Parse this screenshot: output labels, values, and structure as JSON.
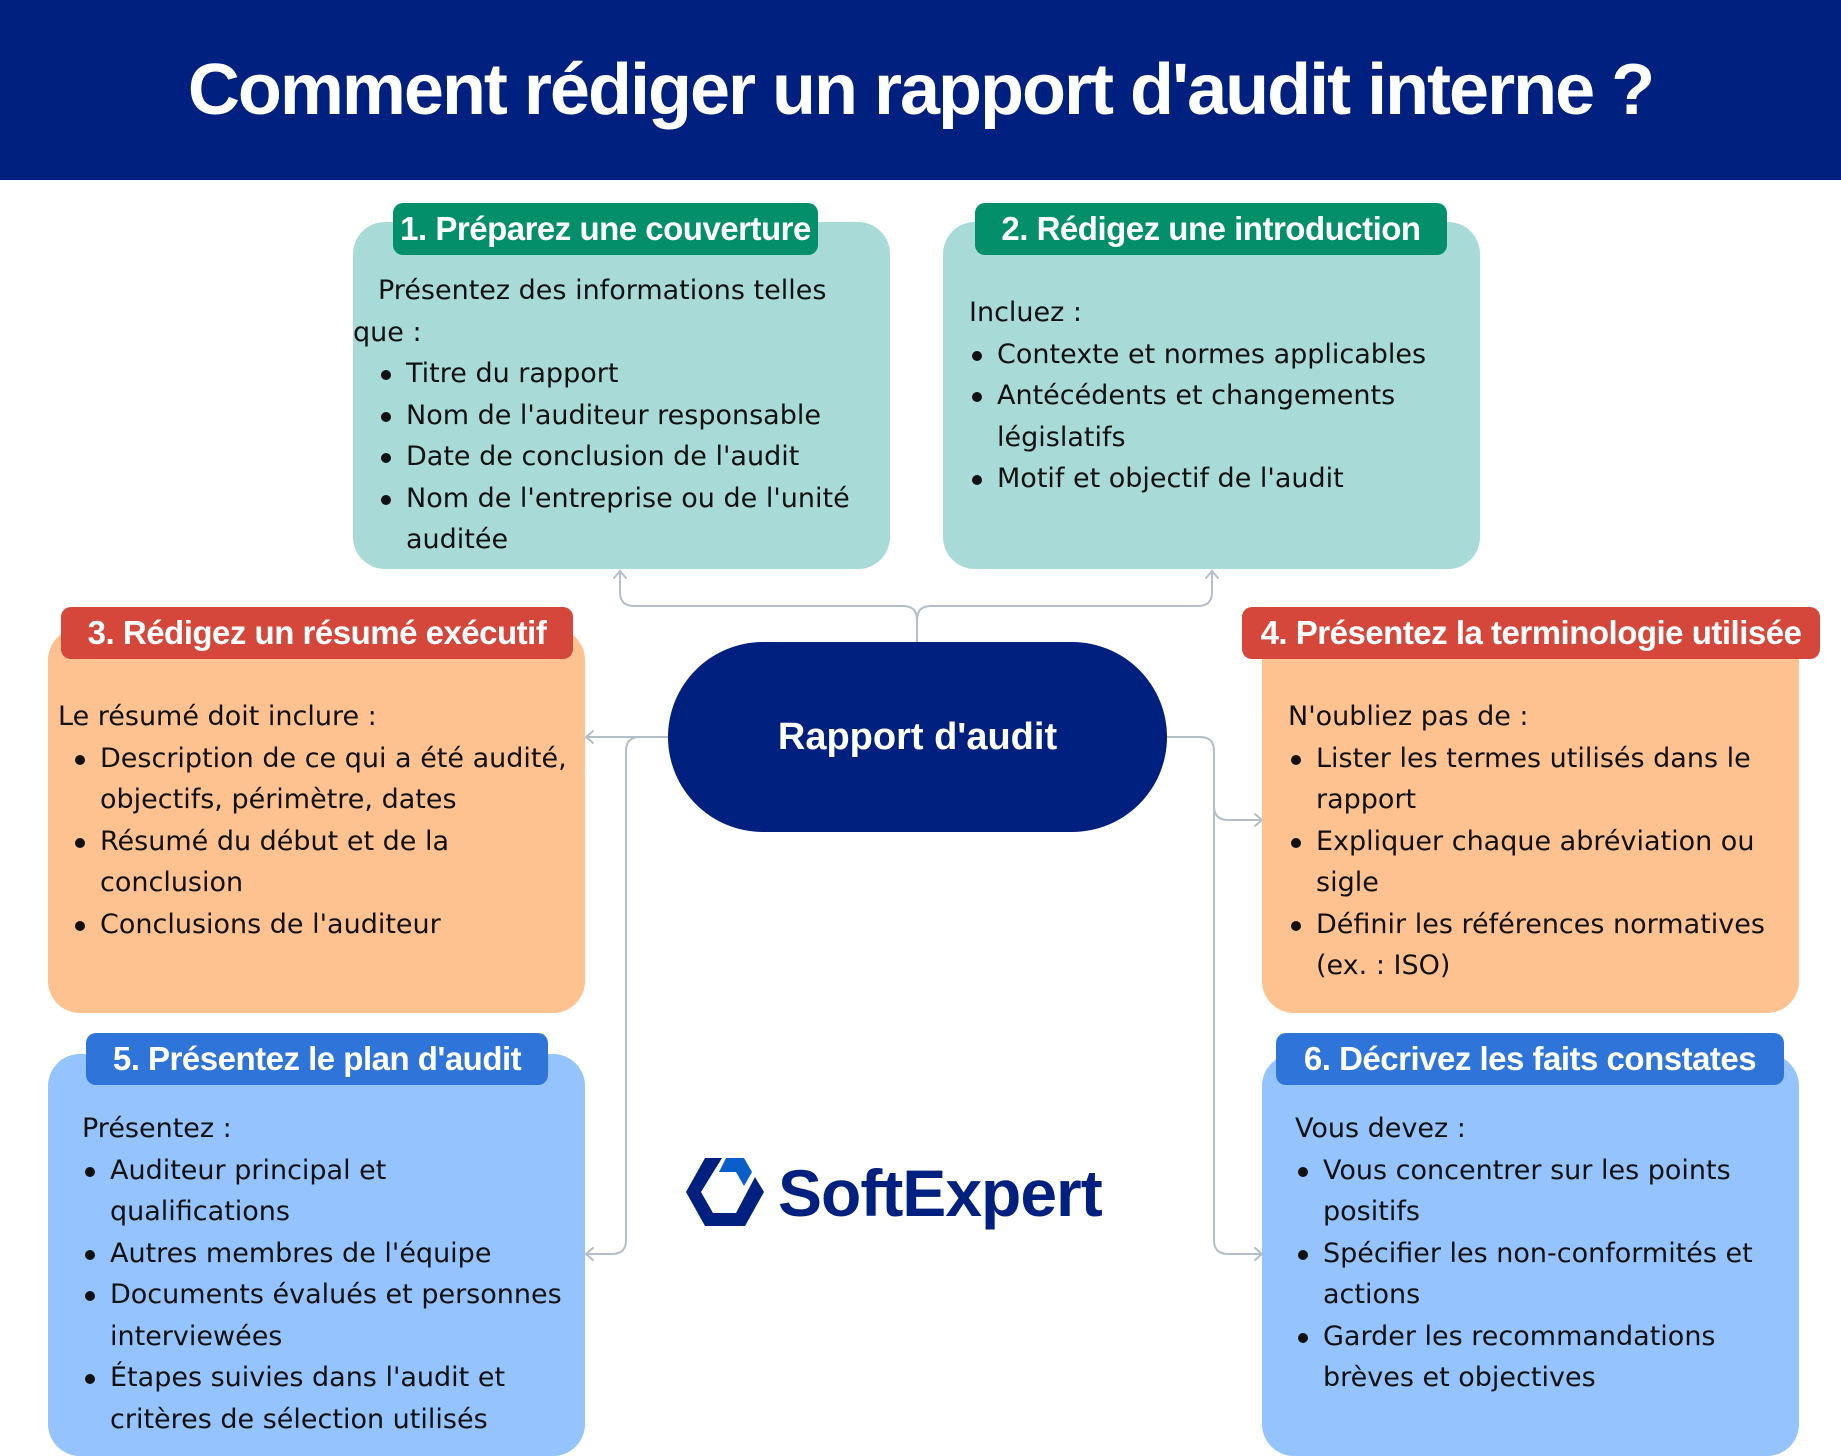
{
  "title": "Comment rédiger un rapport d'audit interne ?",
  "center": {
    "label": "Rapport d'audit"
  },
  "logo": {
    "text": "SoftExpert",
    "icon": "softexpert-hexagon-icon"
  },
  "colors": {
    "header": "#00207f",
    "teal_card": "#a8dbd7",
    "teal_tag": "#028f6a",
    "peach_card": "#fec190",
    "red_tag": "#d4473a",
    "blue_card": "#94c3fe",
    "blue_tag": "#2f74d8",
    "connector": "#b4bec8"
  },
  "steps": [
    {
      "title": "1. Préparez une couverture",
      "intro": "Présentez des informations telles que :",
      "items": [
        "Titre du rapport",
        "Nom de l'auditeur responsable",
        "Date de conclusion de l'audit",
        "Nom de l'entreprise ou de l'unité auditée"
      ]
    },
    {
      "title": "2. Rédigez une introduction",
      "intro": "Incluez :",
      "items": [
        "Contexte et normes applicables",
        "Antécédents et changements législatifs",
        "Motif et objectif de l'audit"
      ]
    },
    {
      "title": "3. Rédigez un résumé exécutif",
      "intro": "Le résumé doit inclure :",
      "items": [
        "Description de ce qui a été audité, objectifs, périmètre, dates",
        "Résumé du début et de la conclusion",
        "Conclusions de l'auditeur"
      ]
    },
    {
      "title": "4. Présentez la terminologie utilisée",
      "intro": "N'oubliez pas de :",
      "items": [
        "Lister les termes utilisés dans le rapport",
        "Expliquer chaque abréviation ou sigle",
        "Définir les références normatives (ex. : ISO)"
      ]
    },
    {
      "title": "5. Présentez le plan d'audit",
      "intro": "Présentez :",
      "items": [
        "Auditeur principal et qualifications",
        "Autres membres de l'équipe",
        "Documents évalués et personnes interviewées",
        "Étapes suivies dans l'audit et critères de sélection utilisés"
      ]
    },
    {
      "title": "6. Décrivez les faits constates",
      "intro": "Vous devez :",
      "items": [
        "Vous concentrer sur les points positifs",
        "Spécifier les non-conformités et actions",
        "Garder les recommandations brèves et objectives"
      ]
    }
  ]
}
